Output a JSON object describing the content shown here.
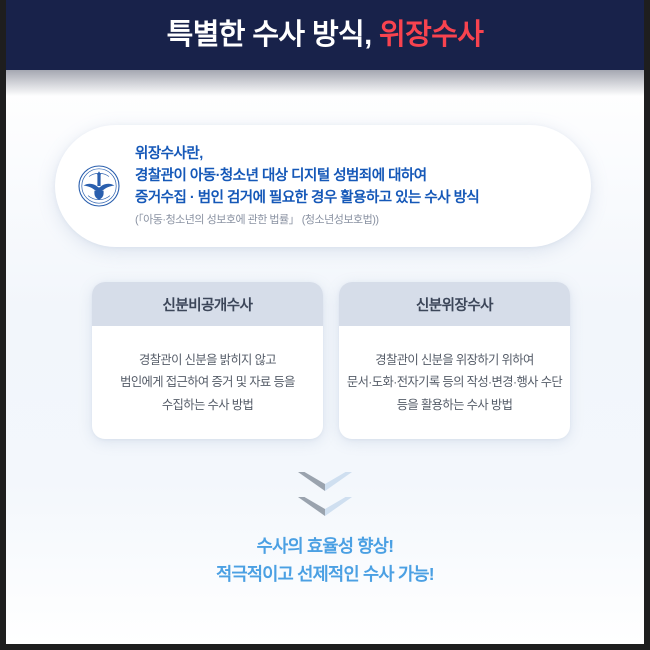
{
  "header": {
    "title_white": "특별한 수사 방식,",
    "title_red": "위장수사",
    "background_color": "#18224a",
    "accent_color": "#f8434f"
  },
  "definition_card": {
    "emblem_icon": "police-emblem-icon",
    "lines": [
      "위장수사란,",
      "경찰관이 아동·청소년 대상 디지털 성범죄에 대하여",
      "증거수집 · 범인 검거에 필요한 경우 활용하고 있는 수사 방식"
    ],
    "citation": "(「아동·청소년의 성보호에 관한 법률」 (청소년성보호법))",
    "text_color": "#1558b8"
  },
  "methods": [
    {
      "title": "신분비공개수사",
      "body_lines": [
        "경찰관이 신분을 밝히지 않고",
        "범인에게 접근하여 증거 및 자료 등을",
        "수집하는 수사 방법"
      ]
    },
    {
      "title": "신분위장수사",
      "body_lines": [
        "경찰관이 신분을 위장하기 위하여",
        "문서·도화·전자기록 등의 작성·변경·행사 수단",
        "등을 활용하는 수사 방법"
      ]
    }
  ],
  "arrow": {
    "icon": "double-chevron-down-icon",
    "color_left": "#9aa3ae",
    "color_right": "#cfdff0"
  },
  "conclusion": {
    "lines": [
      "수사의 효율성 향상!",
      "적극적이고 선제적인 수사 가능!"
    ],
    "text_color": "#4ba0e3"
  }
}
